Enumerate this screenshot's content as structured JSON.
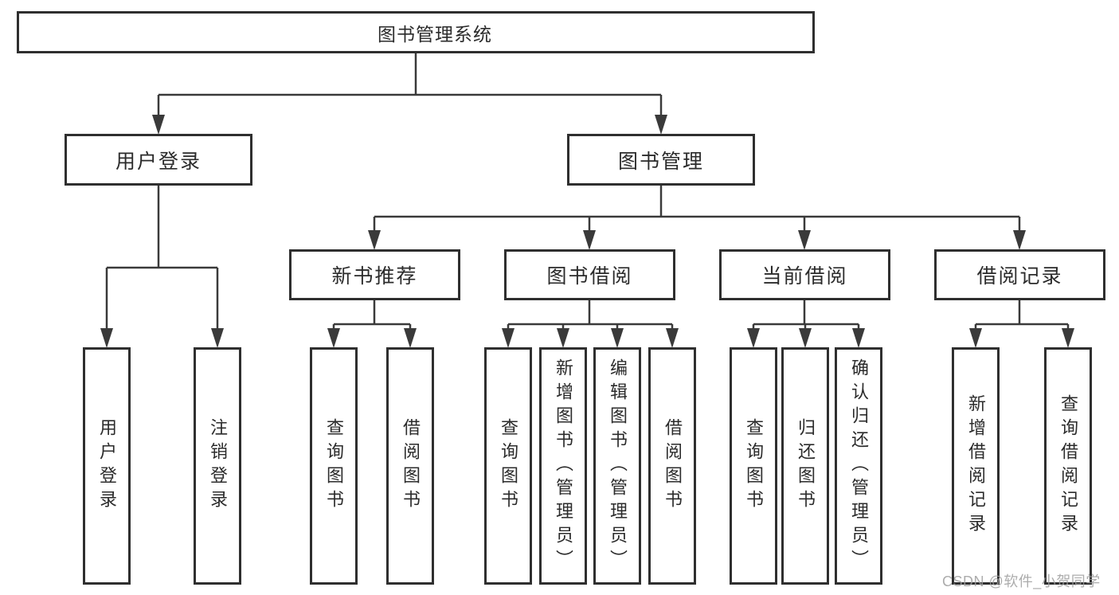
{
  "diagram": {
    "root": "图书管理系统",
    "branches": [
      {
        "label": "用户登录",
        "children": [
          "用户登录",
          "注销登录"
        ]
      },
      {
        "label": "图书管理",
        "groups": [
          {
            "label": "新书推荐",
            "children": [
              "查询图书",
              "借阅图书"
            ]
          },
          {
            "label": "图书借阅",
            "children": [
              "查询图书",
              "新增图书（管理员）",
              "编辑图书（管理员）",
              "借阅图书"
            ]
          },
          {
            "label": "当前借阅",
            "children": [
              "查询图书",
              "归还图书",
              "确认归还（管理员）"
            ]
          },
          {
            "label": "借阅记录",
            "children": [
              "新增借阅记录",
              "查询借阅记录"
            ]
          }
        ]
      }
    ]
  },
  "watermark": {
    "text": "CSDN @软件_小贺同学"
  },
  "colors": {
    "line": "#3a3a3a",
    "box_border": "#2f2f2f",
    "text": "#2b2b2b",
    "watermark": "#9e9e9e",
    "background": "#ffffff"
  }
}
